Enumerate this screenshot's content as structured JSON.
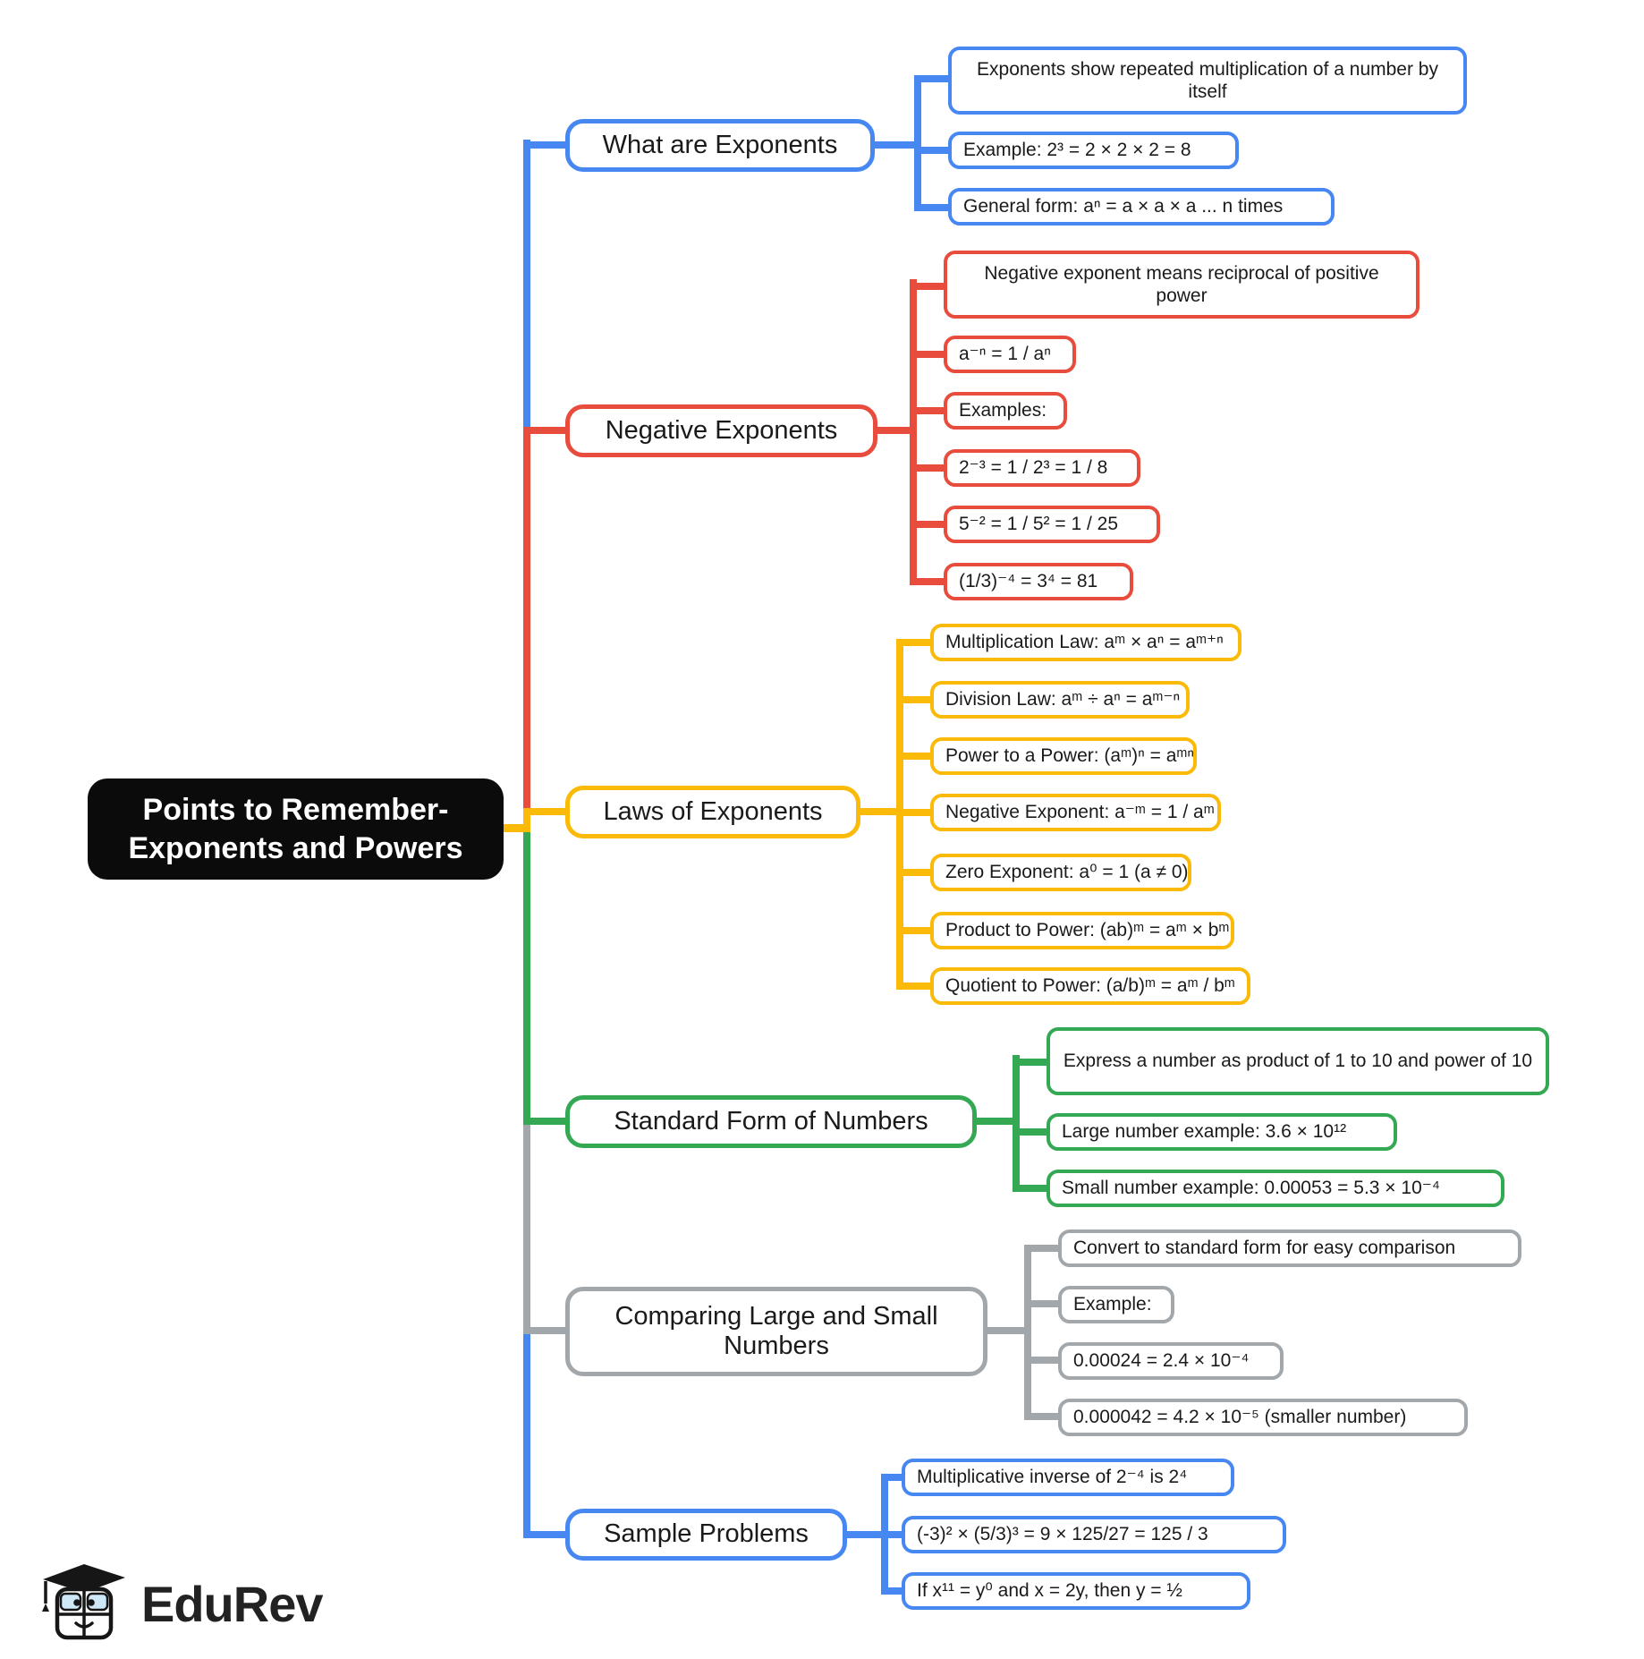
{
  "root": {
    "line1": "Points to Remember-",
    "line2": "Exponents and Powers"
  },
  "branches": [
    {
      "label": "What are Exponents",
      "color": "#4687F1",
      "children": [
        "Exponents show repeated multiplication of a number by itself",
        "Example: 2³ = 2 × 2 × 2 = 8",
        "General form: aⁿ = a × a × a ... n times"
      ]
    },
    {
      "label": "Negative Exponents",
      "color": "#E74C3C",
      "children": [
        "Negative exponent means reciprocal of positive power",
        "a⁻ⁿ = 1 / aⁿ",
        "Examples:",
        "2⁻³ = 1 / 2³ = 1 / 8",
        "5⁻² = 1 / 5² = 1 / 25",
        "(1/3)⁻⁴ = 3⁴ = 81"
      ]
    },
    {
      "label": "Laws of Exponents",
      "color": "#FBBA07",
      "children": [
        "Multiplication Law: aᵐ × aⁿ = aᵐ⁺ⁿ",
        "Division Law: aᵐ ÷ aⁿ = aᵐ⁻ⁿ",
        "Power to a Power: (aᵐ)ⁿ = aᵐⁿ",
        "Negative Exponent: a⁻ᵐ = 1 / aᵐ",
        "Zero Exponent: a⁰ = 1 (a ≠ 0)",
        "Product to Power: (ab)ᵐ = aᵐ × bᵐ",
        "Quotient to Power: (a/b)ᵐ = aᵐ / bᵐ"
      ]
    },
    {
      "label": "Standard Form of Numbers",
      "color": "#34A853",
      "children": [
        "Express a number as product of 1 to 10 and power of 10",
        "Large number example: 3.6 × 10¹²",
        "Small number example: 0.00053 = 5.3 × 10⁻⁴"
      ]
    },
    {
      "label": "Comparing Large and Small Numbers",
      "color": "#A2A7AC",
      "children": [
        "Convert to standard form for easy comparison",
        "Example:",
        "0.00024 = 2.4 × 10⁻⁴",
        "0.000042 = 4.2 × 10⁻⁵ (smaller number)"
      ]
    },
    {
      "label": "Sample Problems",
      "color": "#4687F1",
      "children": [
        "Multiplicative inverse of 2⁻⁴ is 2⁴",
        "(-3)² × (5/3)³ = 9 × 125/27 = 125 / 3",
        "If x¹¹ = y⁰ and x = 2y, then y = ½"
      ]
    }
  ],
  "logo": {
    "text": "EduRev"
  }
}
